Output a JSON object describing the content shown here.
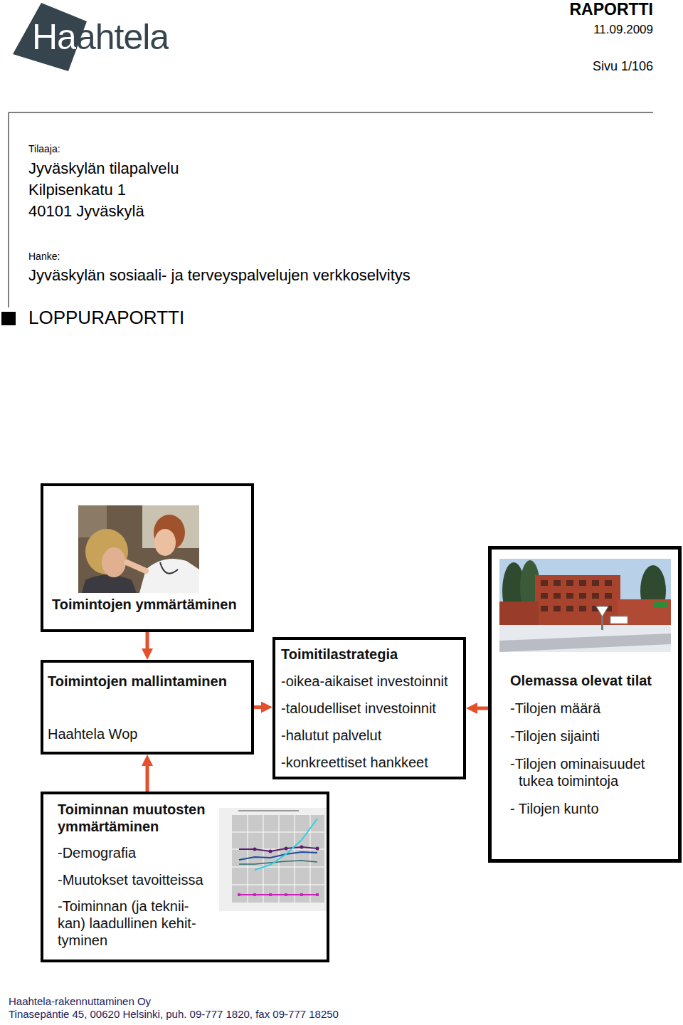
{
  "diagram": {
    "title": "LOPPURAPORTTI",
    "nodes": [
      {
        "text": [
          "Toimintojen ymmärtäminen"
        ]
      },
      {
        "text": [
          "Toimintojen mallintaminen",
          "Haahtela Wop"
        ]
      },
      {
        "text": [
          "Toimitilastrategia",
          "-oikea-aikaiset investoinnit",
          "-taloudelliset investoinnit",
          "-halutut palvelut",
          "-konkreettiset hankkeet"
        ]
      },
      {
        "text": [
          "Olemassa olevat tilat",
          "-Tilojen määrä",
          "-Tilojen sijainti",
          "-Tilojen ominaisuudet tukea toimintoja",
          "- Tilojen kunto"
        ]
      },
      {
        "text": [
          "Toiminnan muutosten ymmärtäminen",
          "-Demografia",
          "-Muutokset tavoitteissa",
          "-Toiminnan (ja teknii- kan) laadullinen kehit- tyminen"
        ]
      }
    ],
    "edges": [
      {
        "from": 0,
        "to": 1,
        "arrow": "to"
      },
      {
        "from": 4,
        "to": 1,
        "arrow": "to"
      },
      {
        "from": 1,
        "to": 2,
        "arrow": "to"
      },
      {
        "from": 3,
        "to": 2,
        "arrow": "to"
      }
    ],
    "labels": [
      "Haahtela",
      "RAPORTTI",
      "11.09.2009",
      "Sivu 1/106",
      "Tilaaja:",
      "Jyväskylän tilapalvelu",
      "Kilpisenkatu 1",
      "40101 Jyväskylä",
      "Hanke:",
      "Jyväskylän sosiaali- ja terveyspalvelujen verkkoselvitys",
      "Haahtela-rakennuttaminen Oy",
      "Tinasepäntie 45, 00620 Helsinki, puh. 09-777 1820, fax 09-777 18250"
    ]
  }
}
